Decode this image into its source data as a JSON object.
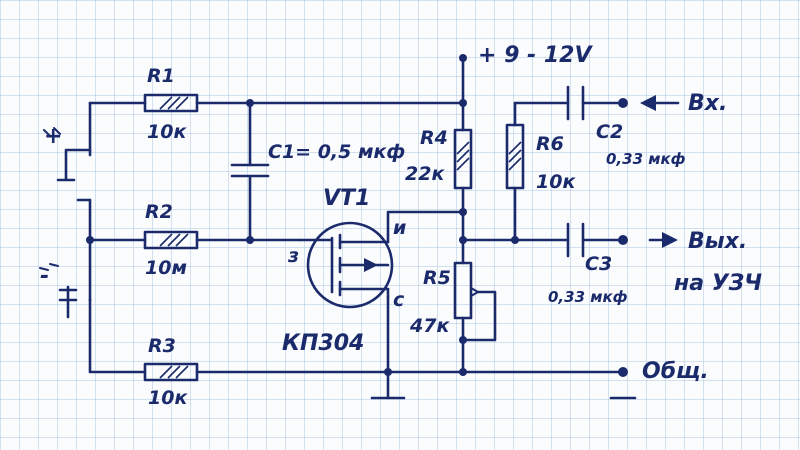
{
  "colors": {
    "paper": "#fbfcfd",
    "grid": "#a9c4e4",
    "ink": "#1b2a6b"
  },
  "supply": {
    "label": "+ 9 - 12V"
  },
  "r1": {
    "name": "R1",
    "value": "10к"
  },
  "r2": {
    "name": "R2",
    "value": "10м"
  },
  "r3": {
    "name": "R3",
    "value": "10к"
  },
  "r4": {
    "name": "R4",
    "value": "22к"
  },
  "r5": {
    "name": "R5",
    "value": "47к"
  },
  "r6": {
    "name": "R6",
    "value": "10к"
  },
  "c1": {
    "label": "C1= 0,5 мкф"
  },
  "c2": {
    "name": "C2",
    "value": "0,33 мкф"
  },
  "c3": {
    "name": "C3",
    "value": "0,33 мкф"
  },
  "vt1": {
    "name": "VT1",
    "type": "КП304",
    "pin_gate": "з",
    "pin_source": "и",
    "pin_drain": "с"
  },
  "terminals": {
    "plus": "+",
    "minus": "-",
    "input": "Вх.",
    "output": "Вых.",
    "output_note": "на УЗЧ",
    "common": "Общ."
  }
}
